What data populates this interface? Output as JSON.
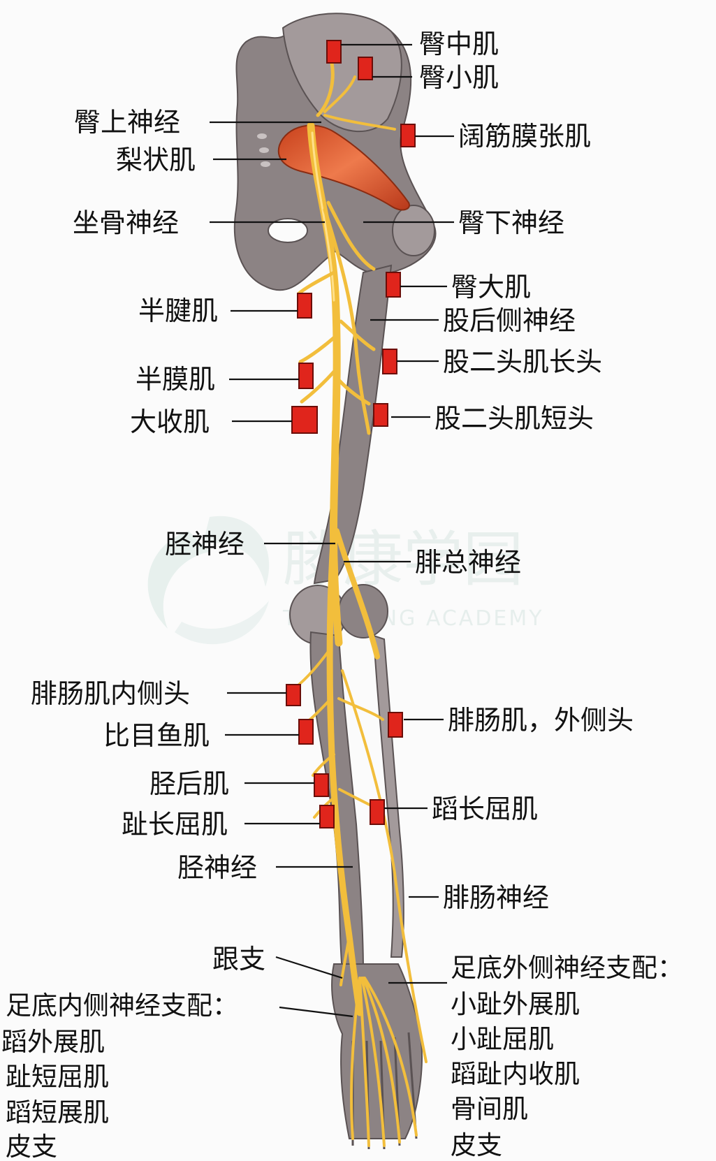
{
  "watermark": {
    "name_cn": "滕康学园",
    "name_en": "TENGKANG ACADEMY"
  },
  "labels": {
    "gluteus_medius": "臀中肌",
    "gluteus_minimus": "臀小肌",
    "superior_gluteal_nerve": "臀上神经",
    "tensor_fasciae_latae": "阔筋膜张肌",
    "piriformis": "梨状肌",
    "sciatic_nerve": "坐骨神经",
    "inferior_gluteal_nerve": "臀下神经",
    "gluteus_maximus": "臀大肌",
    "semitendinosus": "半腱肌",
    "posterior_femoral_cutaneous_nerve": "股后侧神经",
    "biceps_long_head": "股二头肌长头",
    "semimembranosus": "半膜肌",
    "adductor_magnus": "大收肌",
    "biceps_short_head": "股二头肌短头",
    "tibial_nerve_upper": "胫神经",
    "common_peroneal_nerve": "腓总神经",
    "gastrocnemius_medial_head": "腓肠肌内侧头",
    "gastrocnemius_lateral_head": "腓肠肌，外侧头",
    "soleus": "比目鱼肌",
    "tibialis_posterior": "胫后肌",
    "flexor_hallucis_longus": "蹈长屈肌",
    "flexor_digitorum_longus": "趾长屈肌",
    "tibial_nerve_lower": "胫神经",
    "sural_nerve": "腓肠神经",
    "calcaneal_branch": "跟支",
    "lateral_plantar_title": "足底外侧神经支配：",
    "lateral_plantar_items": [
      "小趾外展肌",
      "小趾屈肌",
      "蹈趾内收肌",
      "骨间肌",
      "皮支"
    ],
    "medial_plantar_title": "足底内侧神经支配：",
    "medial_plantar_items": [
      "蹈外展肌",
      "趾短屈肌",
      "蹈短展肌",
      "皮支"
    ]
  },
  "colors": {
    "nerve": "#f2be3c",
    "bone": "#8c8384",
    "muscle_marker": "#e0251c",
    "piriformis": "#d9562b"
  }
}
